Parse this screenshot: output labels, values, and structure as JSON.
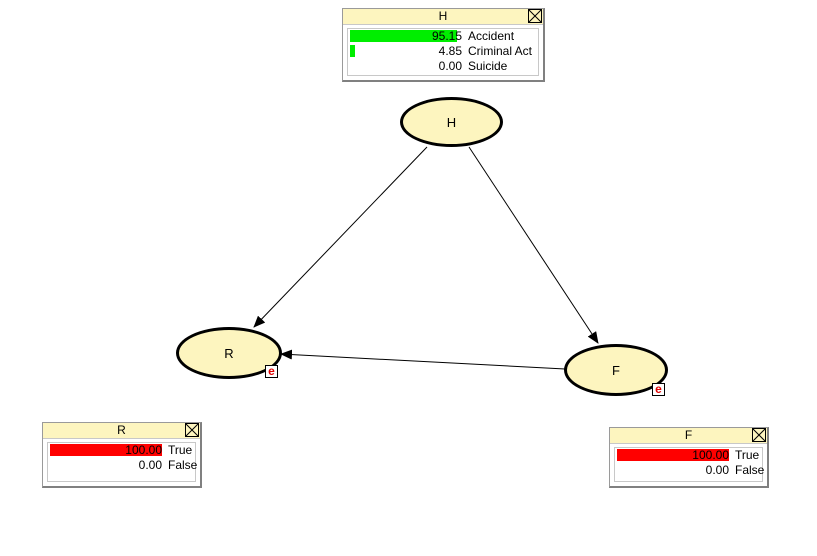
{
  "nodes": {
    "H": {
      "label": "H"
    },
    "R": {
      "label": "R",
      "evidence_marker": "e"
    },
    "F": {
      "label": "F",
      "evidence_marker": "e"
    }
  },
  "monitors": {
    "H": {
      "title": "H",
      "states": [
        {
          "value": "95.15",
          "label": "Accident",
          "fraction": 0.9515
        },
        {
          "value": "4.85",
          "label": "Criminal Act",
          "fraction": 0.0485
        },
        {
          "value": "0.00",
          "label": "Suicide",
          "fraction": 0.0
        }
      ],
      "bar_color": "#00ee00"
    },
    "R": {
      "title": "R",
      "states": [
        {
          "value": "100.00",
          "label": "True",
          "fraction": 1.0
        },
        {
          "value": "0.00",
          "label": "False",
          "fraction": 0.0
        }
      ],
      "bar_color": "#ff0000"
    },
    "F": {
      "title": "F",
      "states": [
        {
          "value": "100.00",
          "label": "True",
          "fraction": 1.0
        },
        {
          "value": "0.00",
          "label": "False",
          "fraction": 0.0
        }
      ],
      "bar_color": "#ff0000"
    }
  },
  "edges": [
    {
      "from": "H",
      "to": "R"
    },
    {
      "from": "H",
      "to": "F"
    },
    {
      "from": "F",
      "to": "R"
    }
  ]
}
